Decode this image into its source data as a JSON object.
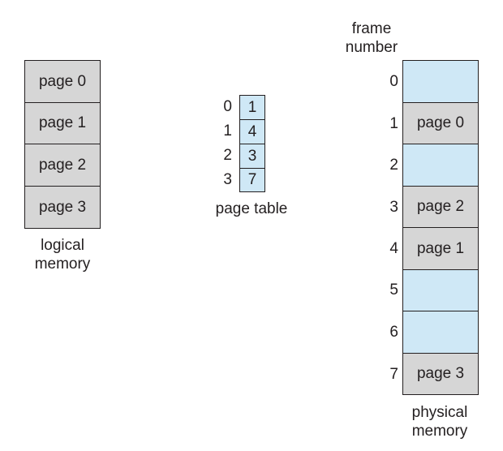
{
  "logical_memory": {
    "pages": [
      "page 0",
      "page 1",
      "page 2",
      "page 3"
    ],
    "caption_line1": "logical",
    "caption_line2": "memory"
  },
  "page_table": {
    "indices": [
      "0",
      "1",
      "2",
      "3"
    ],
    "frames": [
      "1",
      "4",
      "3",
      "7"
    ],
    "caption": "page table"
  },
  "physical_memory": {
    "header_line1": "frame",
    "header_line2": "number",
    "frame_numbers": [
      "0",
      "1",
      "2",
      "3",
      "4",
      "5",
      "6",
      "7"
    ],
    "frames": [
      "",
      "page 0",
      "",
      "page 2",
      "page 1",
      "",
      "",
      "page 3"
    ],
    "caption_line1": "physical",
    "caption_line2": "memory"
  },
  "colors": {
    "occupied": "#d6d6d6",
    "free": "#cfe8f6",
    "border": "#231f20"
  }
}
